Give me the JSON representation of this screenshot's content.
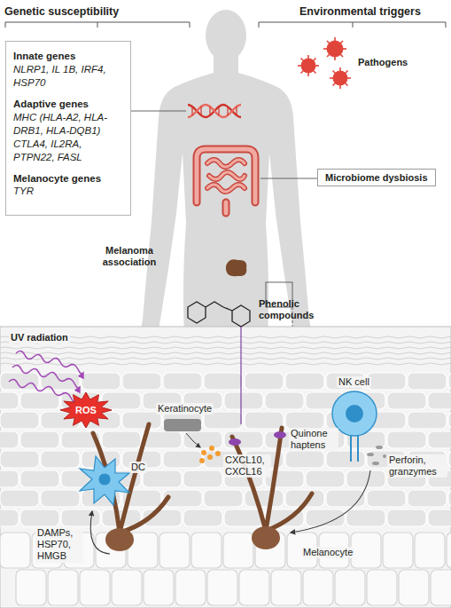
{
  "diagram": {
    "nodes": [
      {
        "text": [
          "Innate genes",
          "NLRP1, IL 1B, IRF4, HSP70",
          "Adaptive genes",
          "MHC (HLA-A2, HLA-DRB1, HLA-DQB1) CTLA4, IL2RA, PTPN22, FASL",
          "Melanocyte genes",
          "TYR"
        ]
      },
      {
        "text": [
          "Microbiome dysbiosis"
        ]
      },
      {
        "text": [
          "ROS"
        ]
      }
    ],
    "labels": [
      "Genetic susceptibility",
      "Environmental triggers",
      "Pathogens",
      "Melanoma association",
      "UV radiation",
      "Phenolic compounds",
      "Keratinocyte",
      "Quinone haptens",
      "NK cell",
      "Perforin, granzymes",
      "CXCL10, CXCL16",
      "DC",
      "DAMPs, HSP70, HMGB",
      "Melanocyte"
    ]
  }
}
